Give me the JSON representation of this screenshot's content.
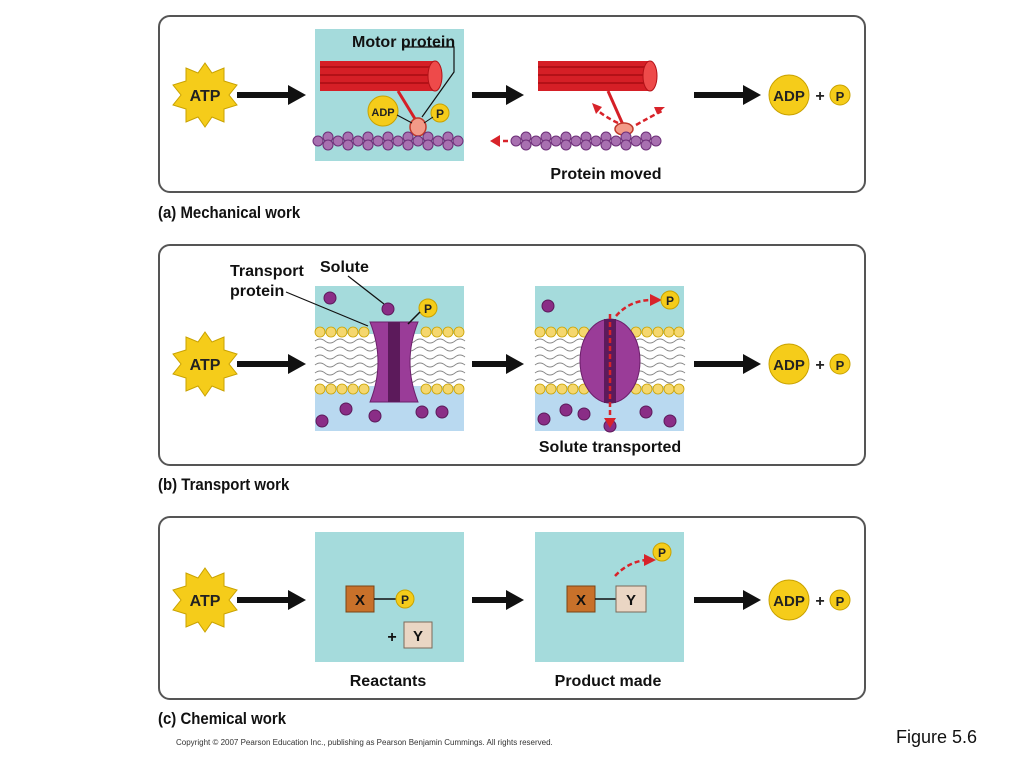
{
  "atp": "ATP",
  "adp": "ADP",
  "plus": "+",
  "p": "P",
  "panel_a": {
    "caption": "(a) Mechanical work",
    "motor_label": "Motor protein",
    "result_label": "Protein moved"
  },
  "panel_b": {
    "caption": "(b) Transport work",
    "transport_label_1": "Transport",
    "transport_label_2": "protein",
    "solute_label": "Solute",
    "result_label": "Solute transported"
  },
  "panel_c": {
    "caption": "(c) Chemical work",
    "x": "X",
    "y": "Y",
    "reactants_label": "Reactants",
    "product_label": "Product made"
  },
  "copyright": "Copyright © 2007 Pearson Education Inc., publishing as Pearson Benjamin Cummings. All rights reserved.",
  "figure_label": "Figure 5.6",
  "colors": {
    "atp_yellow": "#f5cc1a",
    "box_teal": "#a5dbdc",
    "red_protein": "#e0232a",
    "purple": "#8a2d86",
    "arrow_red": "#d8232a"
  }
}
